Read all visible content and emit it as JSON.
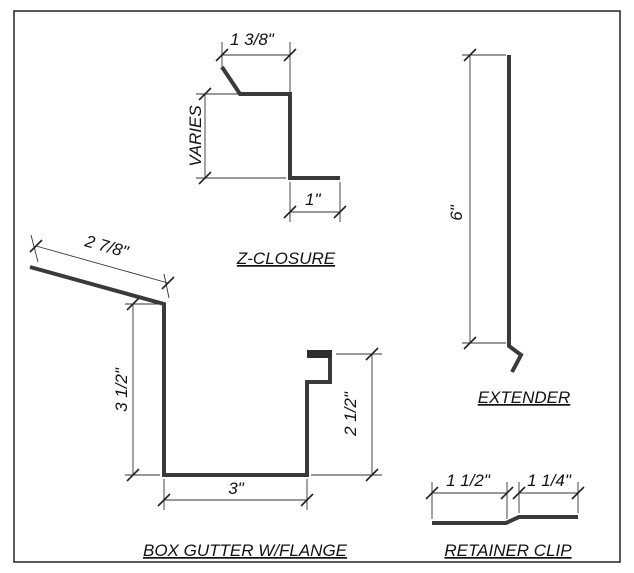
{
  "titles": {
    "z_closure": "Z-CLOSURE",
    "extender": "EXTENDER",
    "box_gutter": "BOX GUTTER W/FLANGE",
    "retainer_clip": "RETAINER CLIP"
  },
  "dimensions": {
    "z_top_width": "1 3/8\"",
    "z_height": "VARIES",
    "z_bottom_leg": "1\"",
    "extender_height": "6\"",
    "gutter_slope": "2 7/8\"",
    "gutter_back_height": "3 1/2\"",
    "gutter_bottom": "3\"",
    "gutter_front_height": "2 1/2\"",
    "clip_left": "1 1/2\"",
    "clip_right": "1 1/4\""
  },
  "colors": {
    "part_stroke": "#3a3a3a",
    "line": "#222222"
  }
}
